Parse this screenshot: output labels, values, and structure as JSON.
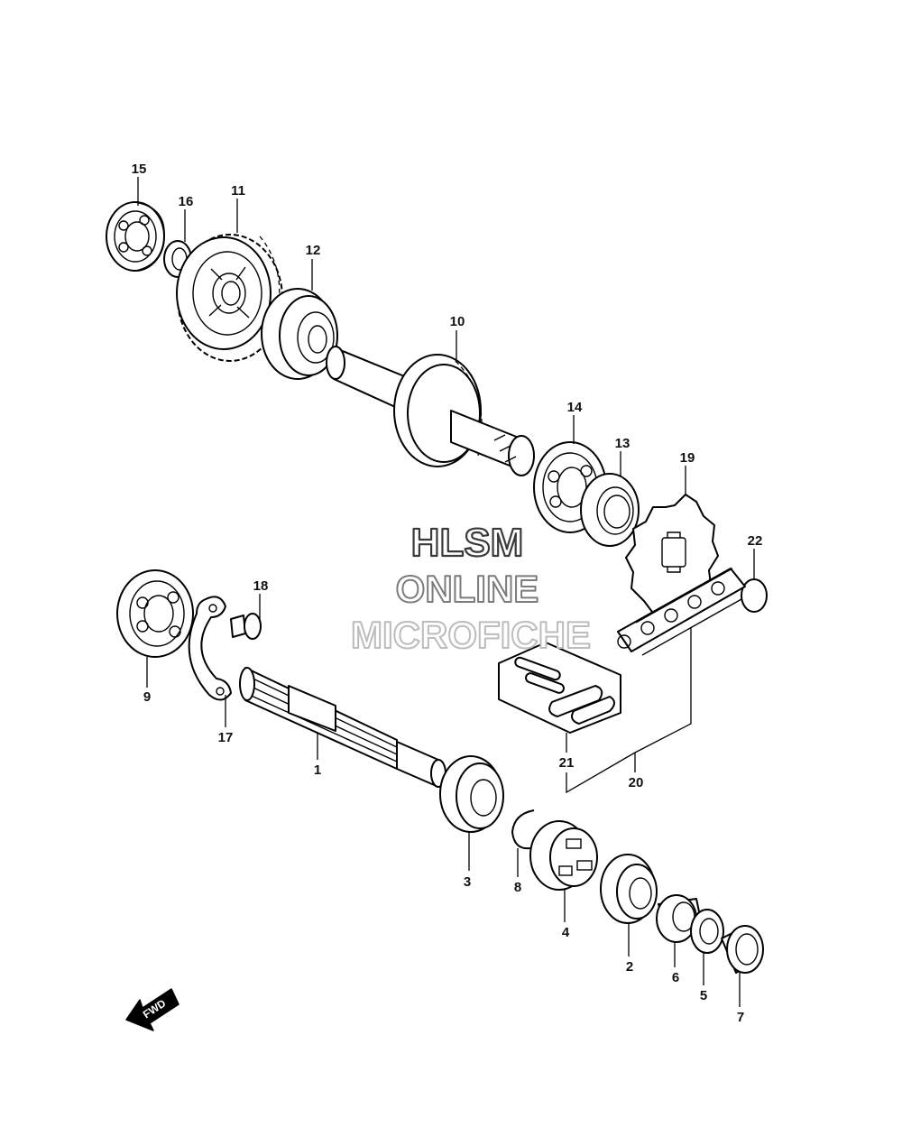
{
  "watermark": {
    "line1": "HLSM",
    "line2": "ONLINE",
    "line3": "MICROFICHE",
    "colors": {
      "line1": "#3a3a3a",
      "line2": "#7c7c7c",
      "line3": "#bcbcbc"
    }
  },
  "direction_arrow": {
    "label": "FWD",
    "icon": "fwd-arrow-icon"
  },
  "callouts": {
    "p1": "1",
    "p2": "2",
    "p3": "3",
    "p4": "4",
    "p5": "5",
    "p6": "6",
    "p7": "7",
    "p8": "8",
    "p9": "9",
    "p10": "10",
    "p11": "11",
    "p12": "12",
    "p13": "13",
    "p14": "14",
    "p15": "15",
    "p16": "16",
    "p17": "17",
    "p18": "18",
    "p19": "19",
    "p20": "20",
    "p21": "21",
    "p22": "22"
  }
}
